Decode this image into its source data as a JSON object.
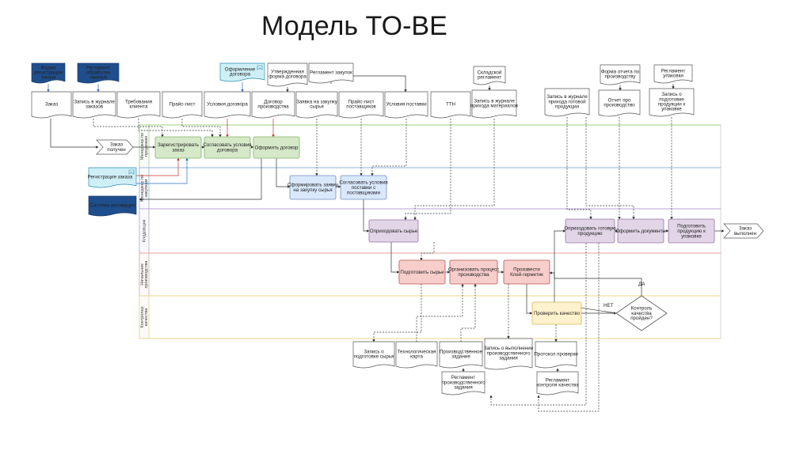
{
  "title": "Модель TO-BE",
  "colors": {
    "green_fill": "#d5e8c8",
    "green_stroke": "#82b366",
    "blue_fill": "#dae8fc",
    "blue_stroke": "#6c8ebf",
    "purple_fill": "#e1d5e7",
    "purple_stroke": "#9673a6",
    "red_fill": "#f8cecc",
    "red_stroke": "#b85450",
    "yellow_fill": "#fff2cc",
    "yellow_stroke": "#d6b656",
    "navy_fill": "#1f4e8c",
    "cyan_fill": "#cfeff7",
    "lane_green": "#9cd17a",
    "lane_blue": "#8fb0e0",
    "lane_purple": "#b9a0d0",
    "lane_red": "#e8a0a0",
    "lane_yellow": "#e8d58a"
  },
  "lanes": [
    {
      "label": "Менеджер по продажам",
      "color": "lane_green"
    },
    {
      "label": "Менеджер по закупкам",
      "color": "lane_blue"
    },
    {
      "label": "Кладовщик",
      "color": "lane_purple"
    },
    {
      "label": "Начальник производства",
      "color": "lane_red"
    },
    {
      "label": "Контролер качества",
      "color": "lane_yellow"
    }
  ],
  "top_docs": {
    "order": "Заказ",
    "journal_orders": "Запись в журнале заказов",
    "client_req": "Требования клиента",
    "pricelist": "Прайс-лист",
    "contract_terms": "Условия договора",
    "prod_contract": "Договор производства",
    "purchase_req": "Заявка на закупку сырья",
    "supplier_pricelist": "Прайс-лист поставщиков",
    "supply_terms": "Условия поставки",
    "ttn": "ТТН",
    "journal_materials": "Запись в журнале прихода материалов",
    "journal_finished": "Запись в журнале прихода готовой продукции",
    "production_report": "Отчет про производство",
    "packaging_record": "Запись о подготовке продукции к упаковке"
  },
  "regulations": {
    "order_form": "Форма регистрации заказа",
    "order_processing": "Регламент обработки заказов",
    "contract_drafting": "Оформление договора",
    "approved_contract_form": "Утвержденная форма договора",
    "purchase_reg": "Регламент закупок",
    "warehouse_reg": "Складской регламент",
    "report_form": "Форма отчета по производству",
    "packaging_reg": "Регламент упаковки",
    "order_registration": "Регистрация заказа",
    "motivation": "Система мотивации"
  },
  "tasks": {
    "register_order": "Зарегистрировать заказ",
    "agree_contract": "Согласовать условия договора",
    "draft_contract": "Оформить договор",
    "form_request": "Сформировать заявку на закупку сырья",
    "agree_supply": "Согласовать условия поставки с поставщиками",
    "receive_raw": "Оприходовать сырье",
    "receive_finished": "Оприходовать готовую продукцию",
    "make_docs": "Оформить документы",
    "prepare_packaging": "Подготовить продукцию к упаковке",
    "prepare_raw": "Подготовить сырье",
    "organize_process": "Организовать процесс производства",
    "produce": "Произвести Клей-герметик",
    "check_quality": "Проверить качество"
  },
  "events": {
    "order_received": "Заказ получен",
    "order_done": "Заказ выполнен"
  },
  "gateway": {
    "label": "Контроль качества пройден?",
    "yes": "ДА",
    "no": "НЕТ"
  },
  "bottom_docs": {
    "raw_prep_record": "Запись о подготовке сырья",
    "tech_map": "Технологическая карта",
    "prod_task": "Производственное задание",
    "prod_task_record": "Запись о выполнении производственного задания",
    "inspection_protocol": "Протокол проверки",
    "prod_task_reg": "Регламент производственного задания",
    "qc_reg": "Регламент контроля качества"
  }
}
